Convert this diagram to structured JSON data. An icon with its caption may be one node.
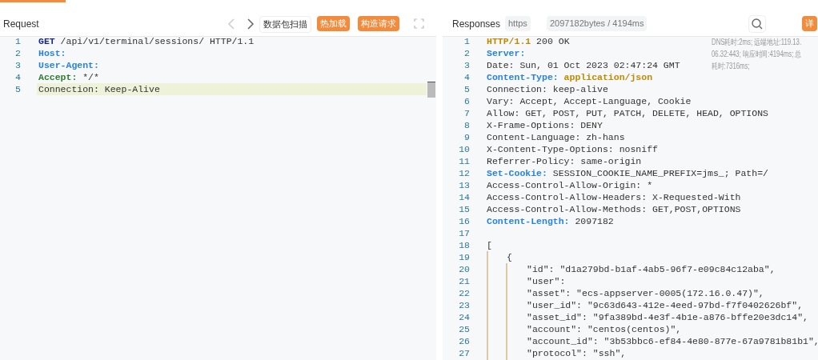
{
  "diagram": {
    "nodes": [
      {
        "text": [
          "Request"
        ]
      },
      {
        "text": [
          "数据包扫描"
        ],
        "in": 0
      },
      {
        "text": [
          "热加载"
        ],
        "in": 0
      },
      {
        "text": [
          "构造请求"
        ],
        "in": 0
      },
      {
        "text": [
          "Responses"
        ]
      },
      {
        "text": [
          "https"
        ],
        "in": 4
      },
      {
        "text": [
          "2097182bytes / 4194ms"
        ],
        "in": 4
      },
      {
        "text": [
          "详"
        ],
        "in": 4
      }
    ],
    "labels": [
      "1",
      "GET /api/v1/terminal/sessions/ HTTP/1.1",
      "2",
      "Host:",
      "3",
      "User-Agent:",
      "4",
      "Accept: */*",
      "5",
      "Connection: Keep-Alive",
      "1",
      "HTTP/1.1 200 OK",
      "2",
      "Server:",
      "3",
      "Date: Sun, 01 Oct 2023 02:47:24 GMT",
      "4",
      "Content-Type: application/json",
      "5",
      "Connection: keep-alive",
      "6",
      "Vary: Accept, Accept-Language, Cookie",
      "7",
      "Allow: GET, POST, PUT, PATCH, DELETE, HEAD, OPTIONS",
      "8",
      "X-Frame-Options: DENY",
      "9",
      "Content-Language: zh-hans",
      "10",
      "X-Content-Type-Options: nosniff",
      "11",
      "Referrer-Policy: same-origin",
      "12",
      "Set-Cookie: SESSION_COOKIE_NAME_PREFIX=jms_; Path=/",
      "13",
      "Access-Control-Allow-Origin: *",
      "14",
      "Access-Control-Allow-Headers: X-Requested-With",
      "15",
      "Access-Control-Allow-Methods: GET,POST,OPTIONS",
      "16",
      "Content-Length: 2097182",
      "17",
      "18",
      "[",
      "19",
      "{",
      "20",
      "\"id\": \"d1a279bd-b1af-4ab5-96f7-e09c84c12aba\",",
      "21",
      "\"user\":",
      "22",
      "\"asset\": \"ecs-appserver-0005(172.16.0.47)\",",
      "23",
      "\"user_id\": \"9c63d643-412e-4eed-97bd-f7f0402626bf\",",
      "24",
      "\"asset_id\": \"9fa389bd-4e3f-4b1e-a876-bffe20e3dc14\",",
      "25",
      "\"account\": \"centos(centos)\",",
      "26",
      "\"account_id\": \"3b53bbc6-ef84-4e80-877e-67a9781b81b1\",",
      "27",
      "\"protocol\": \"ssh\",",
      "DNS耗时:2ms; 远端地址:119.13.",
      "06.32:443; 响应时间:4194ms; 总",
      "耗时:7316ms;"
    ]
  }
}
